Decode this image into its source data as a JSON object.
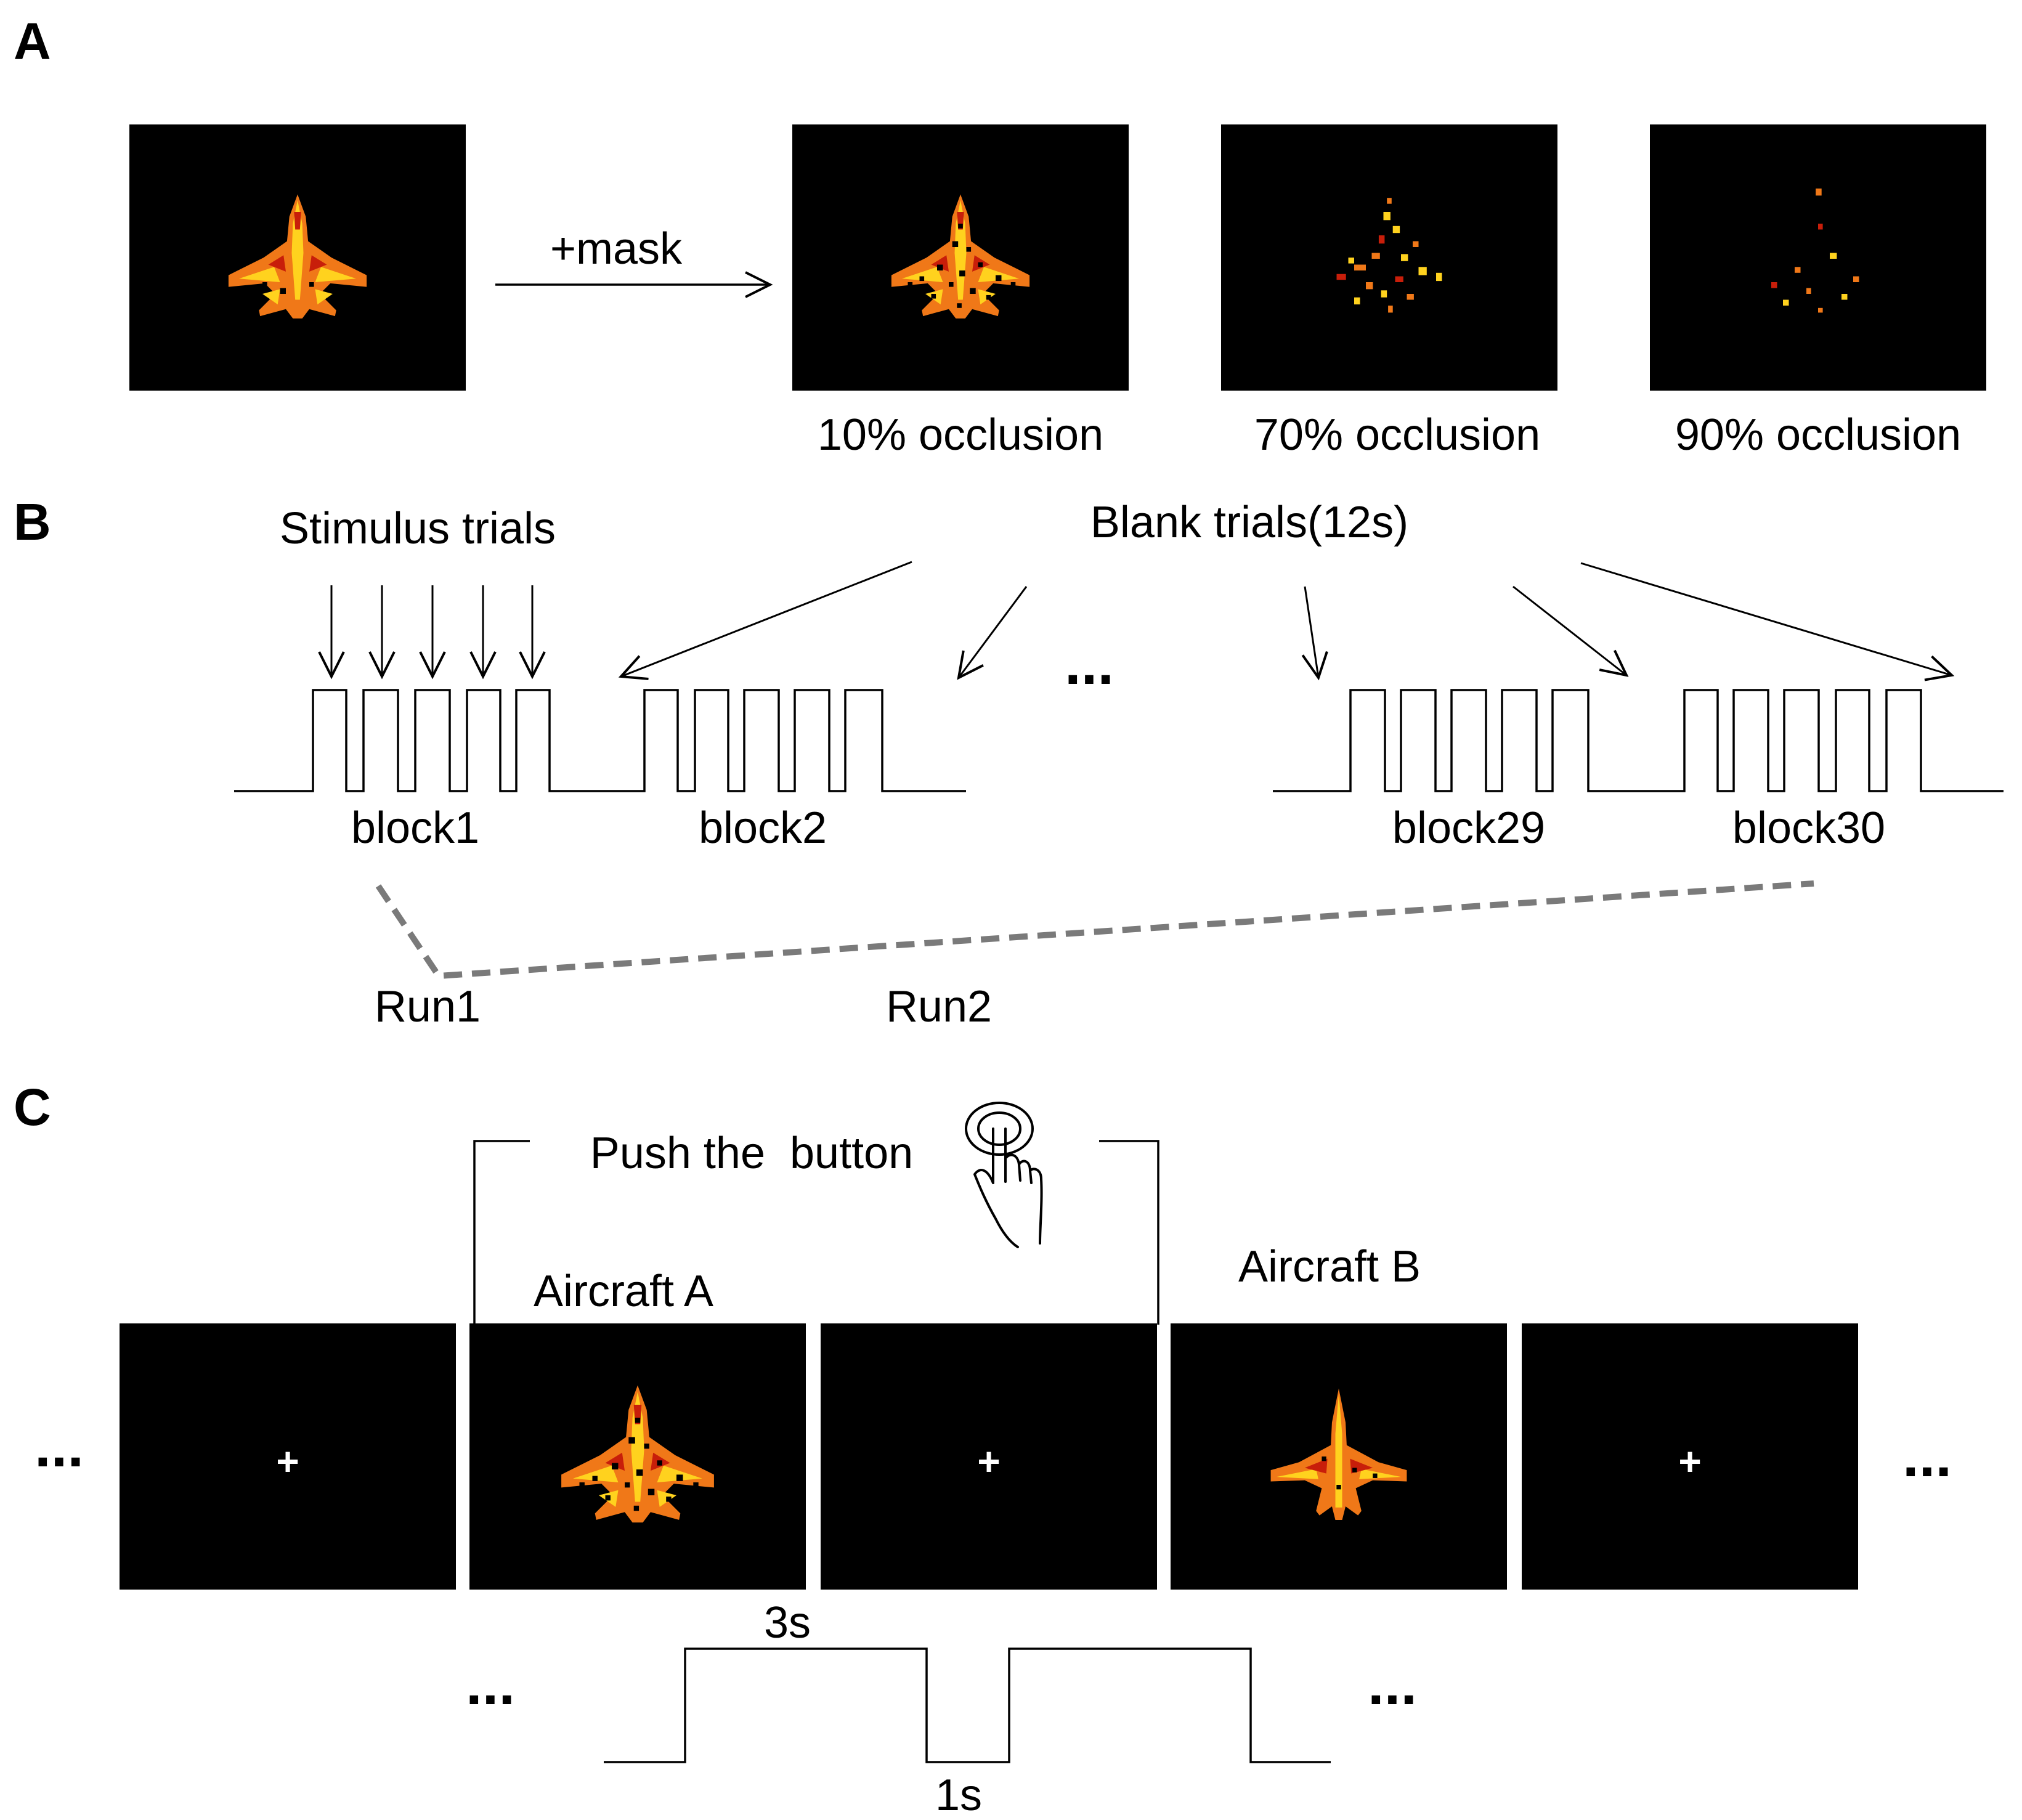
{
  "panels": {
    "a": {
      "letter": "A",
      "mask_label": "+mask",
      "occlusion_labels": [
        "10% occlusion",
        "70% occlusion",
        "90% occlusion"
      ]
    },
    "b": {
      "letter": "B",
      "stimulus_label": "Stimulus trials",
      "blank_label": "Blank trials(12s)",
      "ellipsis": "...",
      "block_labels": [
        "block1",
        "block2",
        "block29",
        "block30"
      ],
      "run_labels": [
        "Run1",
        "Run2"
      ]
    },
    "c": {
      "letter": "C",
      "push_label": "Push the  button",
      "aircraft_a": "Aircraft A",
      "aircraft_b": "Aircraft B",
      "fixation": "+",
      "ellipsis": "...",
      "duration_on": "3s",
      "duration_off": "1s"
    }
  },
  "colors": {
    "stimulus_bg": "#000000",
    "aircraft_fill": "#f07818",
    "aircraft_bright": "#ffd21e",
    "aircraft_dark": "#c81e0a",
    "dashed_line": "#7a7a7a"
  },
  "icons": [
    "arrow-right-icon",
    "down-arrow-icon",
    "pointing-hand-icon"
  ]
}
